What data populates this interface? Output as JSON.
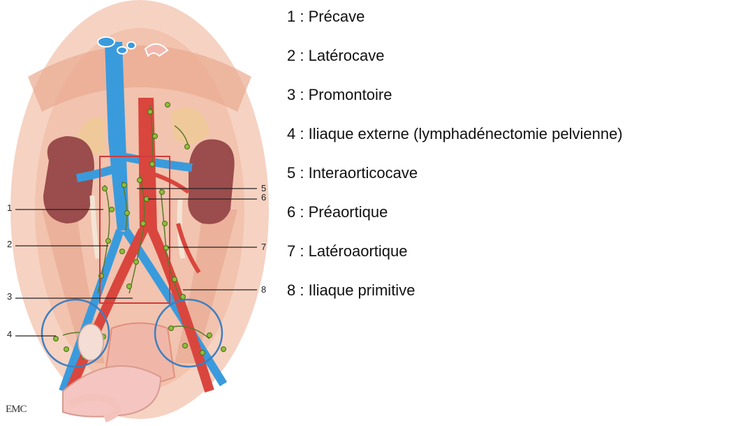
{
  "callouts": [
    {
      "number": "1",
      "text": "Précave"
    },
    {
      "number": "2",
      "text": "Latérocave"
    },
    {
      "number": "3",
      "text": "Promontoire"
    },
    {
      "number": "4",
      "text": "Iliaque externe (lymphadénectomie pelvienne)"
    },
    {
      "number": "5",
      "text": "Interaorticocave"
    },
    {
      "number": "6",
      "text": "Préaortique"
    },
    {
      "number": "7",
      "text": "Latéroaortique"
    },
    {
      "number": "8",
      "text": "Iliaque primitive"
    }
  ],
  "separator": " : ",
  "logo_text": "EMC",
  "colors": {
    "vein": "#3a9bdc",
    "artery": "#d9463e",
    "lymph_node": "#8fbf3a",
    "kidney": "#9b4c4c",
    "region_box": "#d33a3a",
    "circle": "#3d7fc0",
    "background_tissue": "#f2c7b4"
  }
}
